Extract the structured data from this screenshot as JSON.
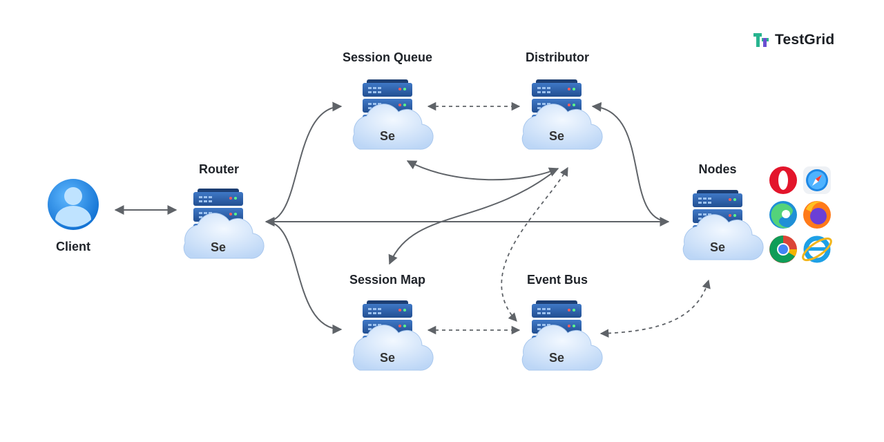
{
  "brand": {
    "name": "TestGrid",
    "accent": "#27b48f",
    "accent2": "#6a4fd1"
  },
  "server_badge": "Se",
  "nodes": {
    "client": "Client",
    "router": "Router",
    "session_queue": "Session Queue",
    "distributor": "Distributor",
    "session_map": "Session Map",
    "event_bus": "Event Bus",
    "nodes": "Nodes"
  },
  "browsers": [
    "opera-icon",
    "safari-icon",
    "edge-icon",
    "firefox-icon",
    "chrome-icon",
    "internet-explorer-icon"
  ],
  "colors": {
    "arrow": "#5f6368",
    "server_body": "#2b5fa8",
    "server_dark": "#1d3f73",
    "cloud": "#cfe3fb"
  }
}
